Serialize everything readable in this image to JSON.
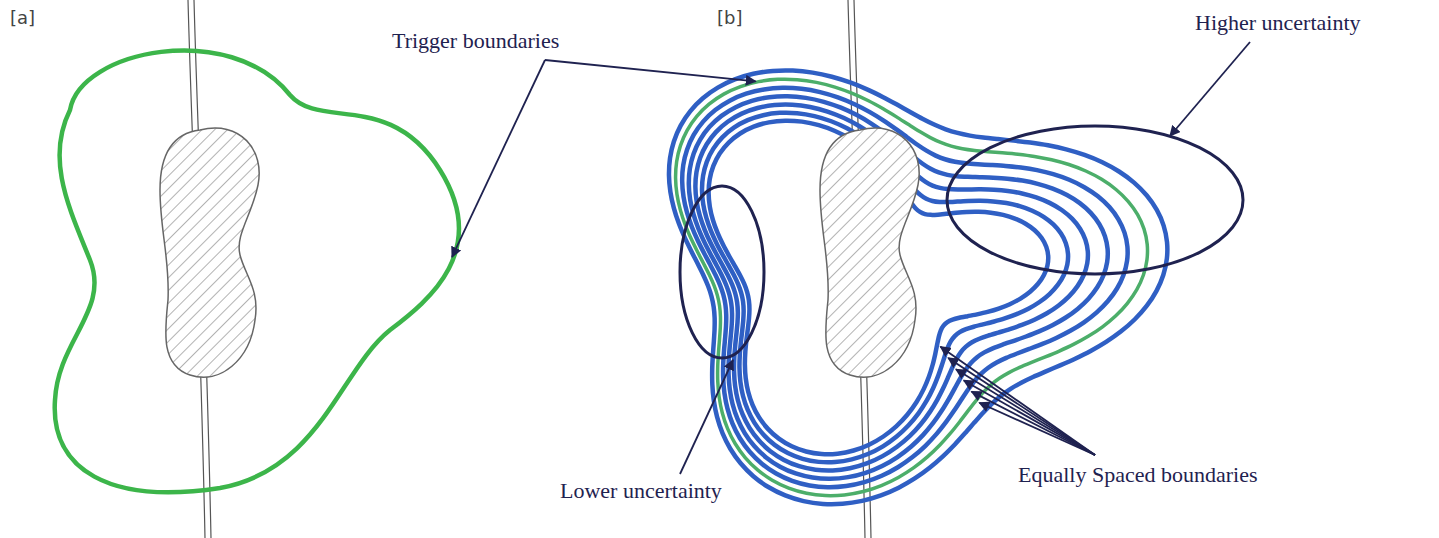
{
  "diagram": {
    "labels": [
      "[a]",
      "[b]",
      "Trigger boundaries",
      "Higher uncertainty",
      "Lower uncertainty",
      "Equally Spaced boundaries"
    ]
  }
}
